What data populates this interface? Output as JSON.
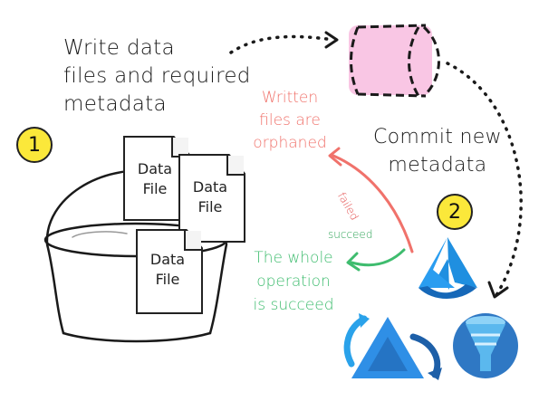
{
  "labels": {
    "write": "Write data\nfiles and required\nmetadata",
    "commit": "Commit new\nmetadata",
    "orphaned": "Written\nfiles are\norphaned",
    "success": "The whole\noperation\nis succeed",
    "failed": "failed",
    "succeed": "succeed"
  },
  "steps": [
    "1",
    "2"
  ],
  "files": [
    {
      "label": "Data\nFile"
    },
    {
      "label": "Data\nFile"
    },
    {
      "label": "Data\nFile"
    }
  ],
  "colors": {
    "step": "#fbe83a",
    "metadata_cylinder": "#f9c6e4",
    "failed": "#f0726b",
    "success": "#3ebc6e",
    "azure_blue": "#1f8fe0",
    "deep_blue": "#1d5fa8"
  },
  "icons": [
    "bucket-icon",
    "metadata-cylinder-icon",
    "azure-data-lake-icon",
    "sync-triangle-icon",
    "storage-funnel-icon"
  ]
}
